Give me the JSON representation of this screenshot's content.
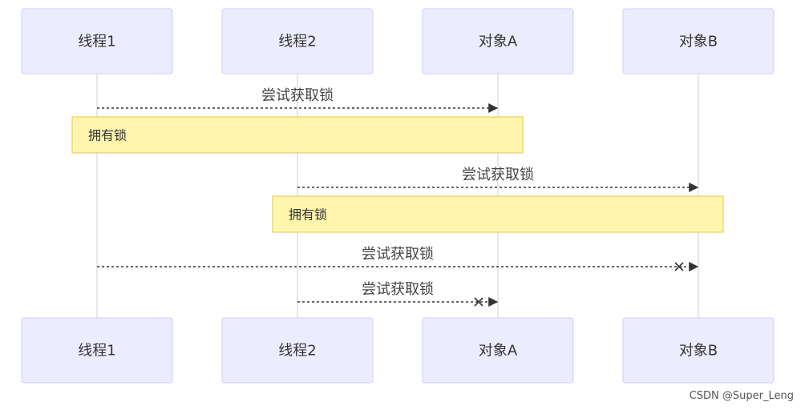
{
  "participants": [
    {
      "id": "t1",
      "label": "线程1"
    },
    {
      "id": "t2",
      "label": "线程2"
    },
    {
      "id": "oa",
      "label": "对象A"
    },
    {
      "id": "ob",
      "label": "对象B"
    }
  ],
  "messages": [
    {
      "from": "t1",
      "to": "oa",
      "label": "尝试获取锁",
      "failed": false
    },
    {
      "from": "t2",
      "to": "ob",
      "label": "尝试获取锁",
      "failed": false
    },
    {
      "from": "t1",
      "to": "ob",
      "label": "尝试获取锁",
      "failed": true
    },
    {
      "from": "t2",
      "to": "oa",
      "label": "尝试获取锁",
      "failed": true
    }
  ],
  "notes": [
    {
      "from": "t1",
      "to": "oa",
      "label": "拥有锁"
    },
    {
      "from": "t2",
      "to": "ob",
      "label": "拥有锁"
    }
  ],
  "watermark": "CSDN @Super_Leng"
}
